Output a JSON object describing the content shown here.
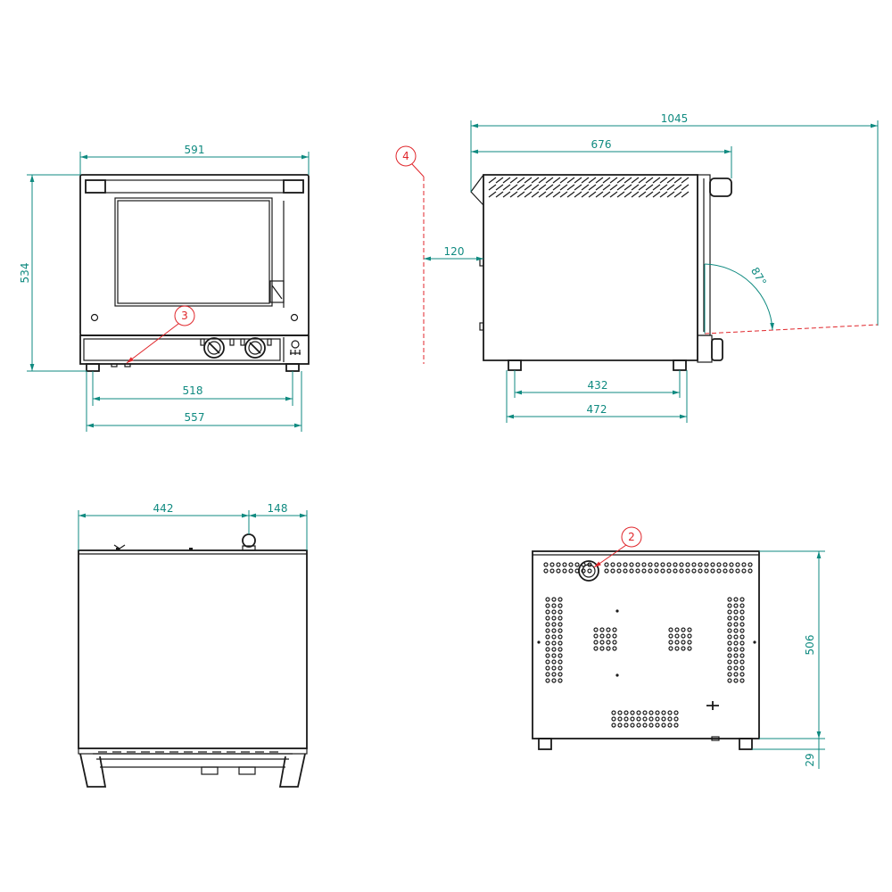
{
  "colors": {
    "object_line": "#1a1a1a",
    "dimension": "#0f8a80",
    "callout": "#e0262b"
  },
  "front_view": {
    "dim_width_top": "591",
    "dim_height": "534",
    "dim_feet_inner": "518",
    "dim_feet_outer": "557",
    "callout_3": "3"
  },
  "side_view": {
    "dim_total_depth": "1045",
    "dim_body_depth": "676",
    "dim_clearance": "120",
    "dim_angle": "87°",
    "dim_feet_inner": "432",
    "dim_feet_outer": "472",
    "callout_4": "4"
  },
  "top_view": {
    "dim_width": "442",
    "dim_offset": "148"
  },
  "rear_view": {
    "dim_height": "506",
    "dim_feet": "29",
    "callout_2": "2"
  }
}
